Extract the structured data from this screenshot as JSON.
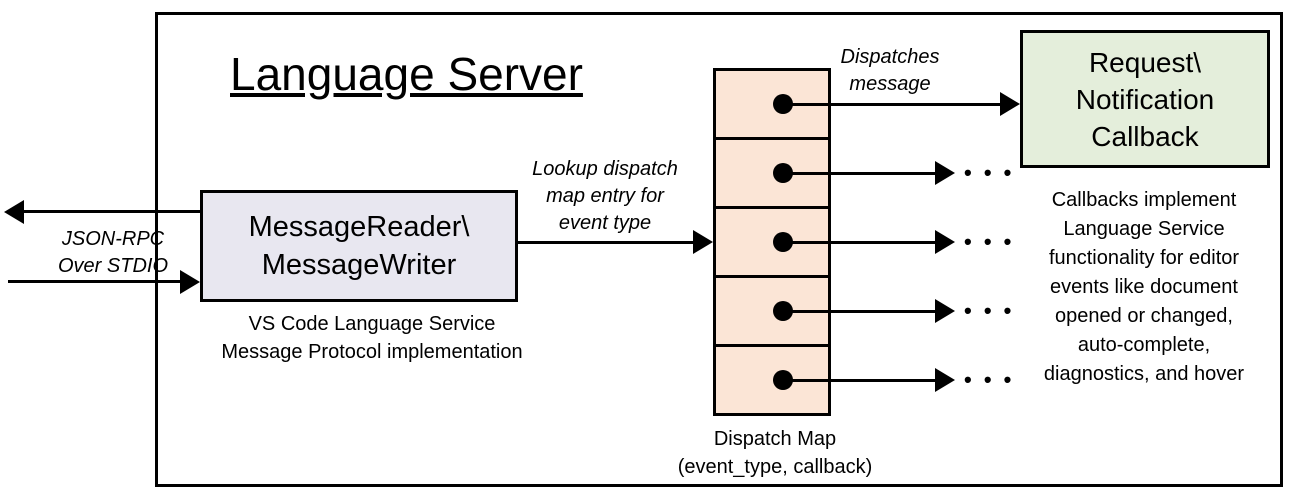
{
  "diagram": {
    "title": "Language Server",
    "io_label": {
      "lines": [
        "JSON-RPC",
        "Over STDIO"
      ]
    },
    "reader_box": {
      "lines": [
        "MessageReader\\",
        "MessageWriter"
      ],
      "caption_lines": [
        "VS Code Language Service",
        "Message Protocol implementation"
      ]
    },
    "lookup_label": {
      "lines": [
        "Lookup dispatch",
        "map entry for",
        "event type"
      ]
    },
    "dispatch_map": {
      "cell_count": 5,
      "caption_lines": [
        "Dispatch Map",
        "(event_type, callback)"
      ]
    },
    "dispatches_label": {
      "lines": [
        "Dispatches",
        "message"
      ]
    },
    "callback_box": {
      "lines": [
        "Request\\",
        "Notification",
        "Callback"
      ]
    },
    "callbacks_note": {
      "lines": [
        "Callbacks implement",
        "Language Service",
        "functionality for editor",
        "events like document",
        "opened or changed,",
        "auto-complete,",
        "diagnostics, and hover"
      ]
    },
    "ellipsis": "• • •",
    "colors": {
      "reader_fill": "#E8E7F0",
      "map_fill": "#FBE5D6",
      "callback_fill": "#E4EEDB",
      "stroke": "#000000"
    }
  }
}
